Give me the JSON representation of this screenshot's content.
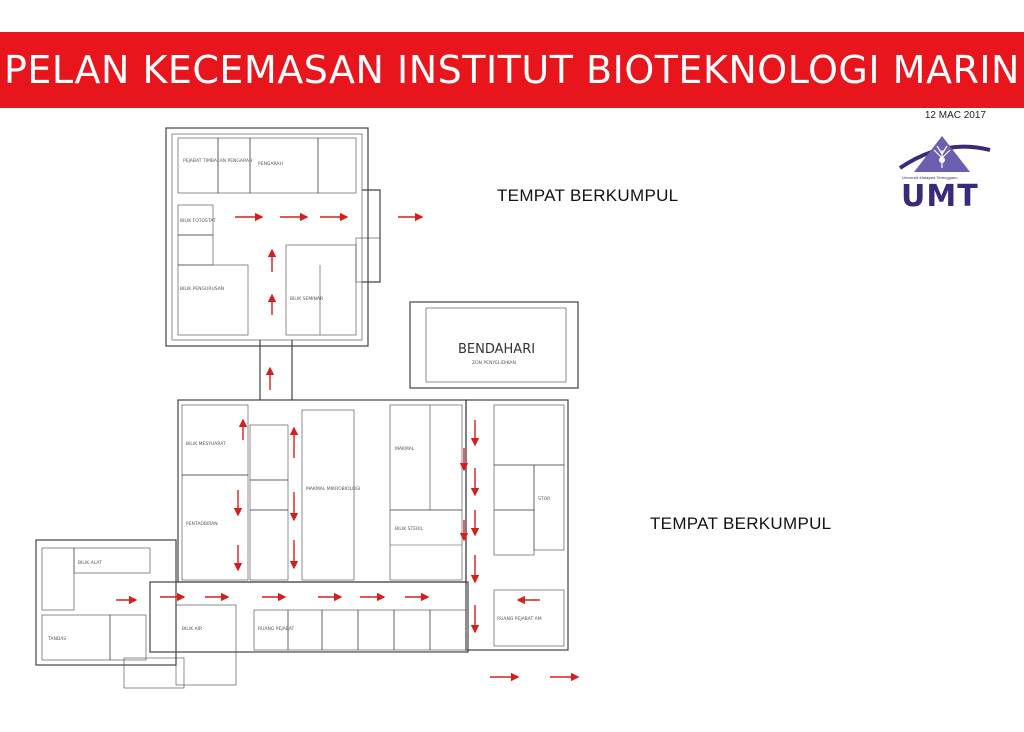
{
  "header": {
    "title": "PELAN KECEMASAN INSTITUT BIOTEKNOLOGI MARIN",
    "date": "12 MAC 2017"
  },
  "assembly": {
    "label_top": "TEMPAT BERKUMPUL",
    "label_right": "TEMPAT BERKUMPUL"
  },
  "logo": {
    "text": "UMT",
    "subtitle": "Universiti Malaysia Terengganu",
    "icon": "umt-tree-icon"
  },
  "plan": {
    "bendahari": "BENDAHARI",
    "bendahari_sub": "ZON PENYELIDIKAN",
    "rooms": [
      "PEJABAT TIMBALAN PENGARAH",
      "BILIK FOTOSTAT",
      "PENGARAH",
      "BILIK SEMINAR",
      "BILIK MESYUARAT",
      "RUANG PEJABAT",
      "MAKMAL",
      "STOR",
      "BILIK ALAT",
      "MAKMAL MIKROBIOLOGI",
      "BILIK STERIL",
      "BILIK PENGURUSAN",
      "TANDAS",
      "PENTADBIRAN",
      "RUANG PEJABAT AM",
      "BILIK AIR"
    ]
  },
  "colors": {
    "banner": "#e8161c",
    "arrow": "#d41f1f",
    "wall": "#444444",
    "logo": "#3a2a7a"
  }
}
